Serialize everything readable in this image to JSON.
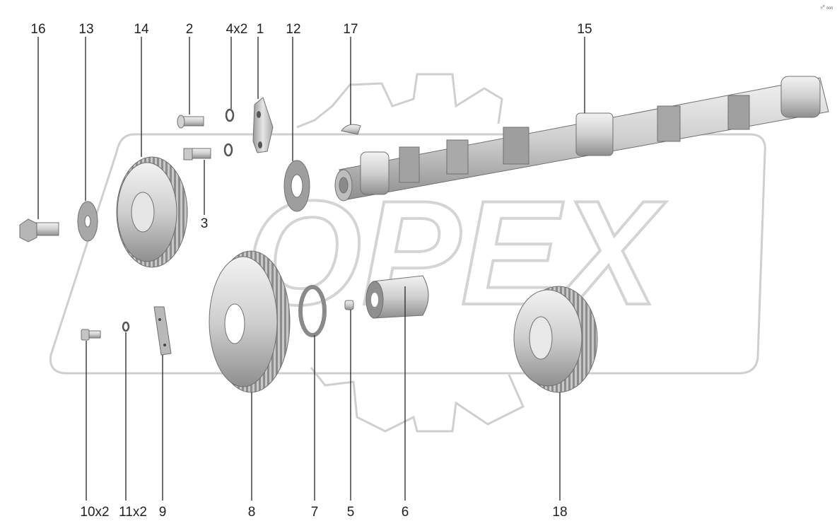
{
  "corner_mark": "ₑᵉ ₐₐₐ",
  "watermark": "OPEX",
  "colors": {
    "label": "#222222",
    "leader": "#333333",
    "part_fill": "#d4d4d4",
    "part_dark": "#9a9a9a",
    "watermark": "#cfcfcf"
  },
  "callouts": {
    "c16": "16",
    "c13": "13",
    "c14": "14",
    "c2": "2",
    "c4": "4x2",
    "c1": "1",
    "c12": "12",
    "c17": "17",
    "c15": "15",
    "c3": "3",
    "c10": "10x2",
    "c11": "11x2",
    "c9": "9",
    "c8": "8",
    "c7": "7",
    "c5": "5",
    "c6": "6",
    "c18": "18"
  }
}
